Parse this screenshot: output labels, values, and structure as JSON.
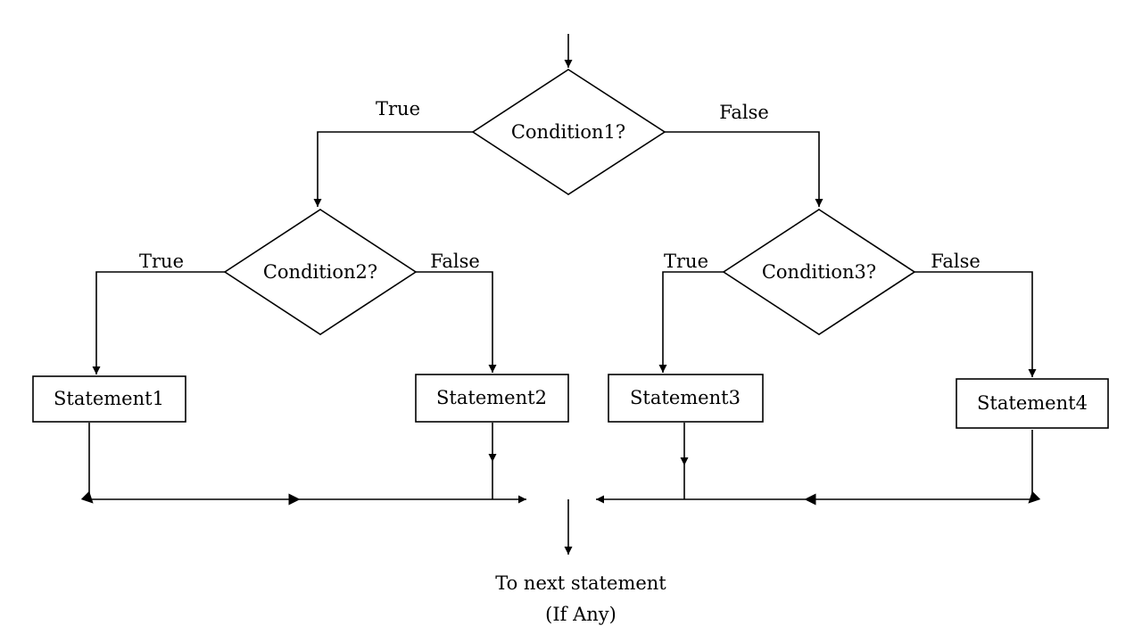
{
  "colors": {
    "background": "#ffffff",
    "stroke": "#000000",
    "text": "#000000"
  },
  "decisions": {
    "condition1": {
      "label": "Condition1?"
    },
    "condition2": {
      "label": "Condition2?"
    },
    "condition3": {
      "label": "Condition3?"
    }
  },
  "statements": {
    "statement1": {
      "label": "Statement1"
    },
    "statement2": {
      "label": "Statement2"
    },
    "statement3": {
      "label": "Statement3"
    },
    "statement4": {
      "label": "Statement4"
    }
  },
  "branch_labels": {
    "condition1_true": "True",
    "condition1_false": "False",
    "condition2_true": "True",
    "condition2_false": "False",
    "condition3_true": "True",
    "condition3_false": "False"
  },
  "exit": {
    "line1": "To next statement",
    "line2": "(If Any)"
  }
}
